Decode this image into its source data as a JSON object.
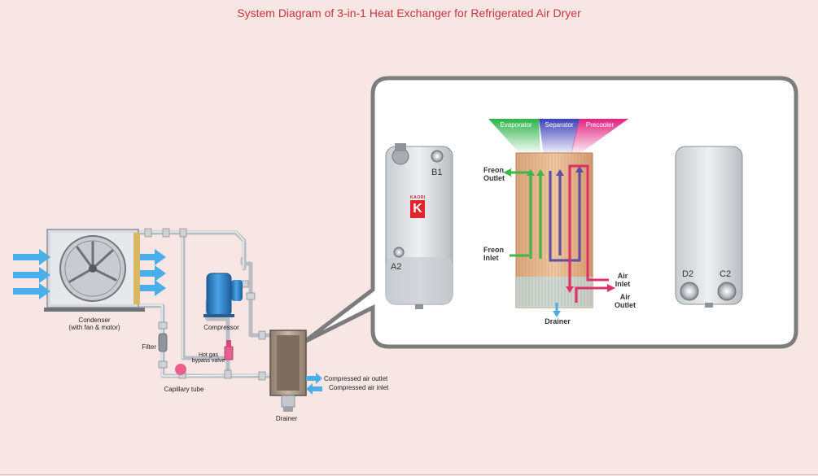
{
  "title": "System Diagram of 3-in-1 Heat Exchanger for Refrigerated Air Dryer",
  "colors": {
    "title": "#c8323c",
    "freon_flow": "#3fb54a",
    "air_flow": "#e0306c",
    "separator_flow": "#5b4fa8",
    "air_arrow": "#4aaee8",
    "compressor": "#2b7fc4",
    "background": "#f8e6e4"
  },
  "system": {
    "condenser_label": "Condenser",
    "condenser_sublabel": "(with fan & motor)",
    "compressor_label": "Compressor",
    "filter_label": "Filter",
    "hot_gas_label": "Hot gas",
    "hot_gas_label2": "bypass valve",
    "capillary_label": "Capillary tube",
    "drainer_label": "Drainer",
    "air_outlet_label": "Compressed air outlet",
    "air_inlet_label": "Compressed air inlet"
  },
  "detail": {
    "zones": {
      "evaporator": "Evaporator",
      "separator": "Separator",
      "precooler": "Precooler"
    },
    "ports": {
      "b1": "B1",
      "a2": "A2",
      "d2": "D2",
      "c2": "C2"
    },
    "logo_text": "KAORI",
    "logo_letter": "K",
    "freon_outlet": [
      "Freon",
      "Outlet"
    ],
    "freon_inlet": [
      "Freon",
      "Inlet"
    ],
    "air_inlet": [
      "Air",
      "Inlet"
    ],
    "air_outlet": [
      "Air",
      "Outlet"
    ],
    "drainer_label": "Drainer"
  }
}
